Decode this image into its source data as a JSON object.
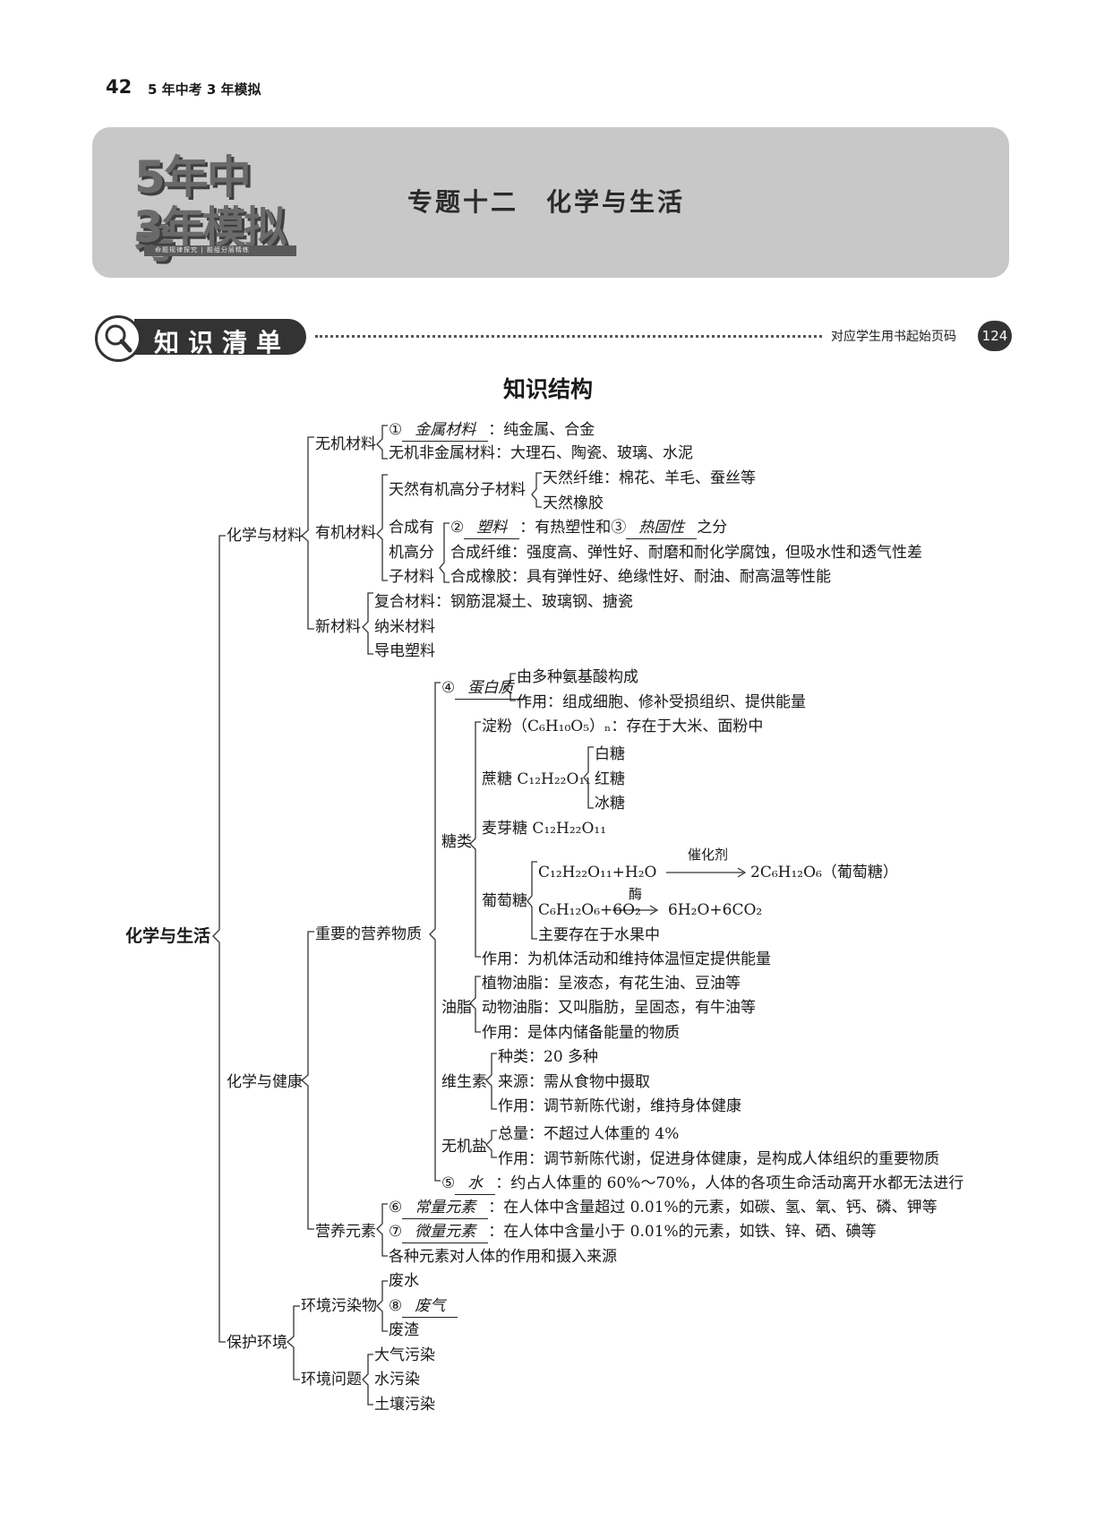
{
  "header": {
    "page_number": "42",
    "book_title": "5 年中考 3 年模拟"
  },
  "banner": {
    "logo_line1": "5年中考",
    "logo_line2": "3年模拟",
    "logo_tag1": "命题规律探究",
    "logo_tag2": "题组分层精练",
    "title": "专题十二　化学与生活"
  },
  "section": {
    "label": "知识清单",
    "note": "对应学生用书起始页码",
    "page_ref": "124",
    "icon": "magnifier-icon"
  },
  "knowledge": {
    "heading": "知识结构",
    "root": "化学与生活",
    "branches": [
      {
        "label": "化学与材料",
        "children": [
          {
            "label": "无机材料",
            "lines": [
              {
                "num": "①",
                "blank": "金属材料",
                "rest": "：纯金属、合金"
              },
              {
                "text": "无机非金属材料：大理石、陶瓷、玻璃、水泥"
              }
            ]
          },
          {
            "label": "有机材料",
            "groups": [
              {
                "label": "天然有机高分子材料",
                "lines": [
                  "天然纤维：棉花、羊毛、蚕丝等",
                  "天然橡胶"
                ]
              },
              {
                "label_lines": [
                  "合成有",
                  "机高分",
                  "子材料"
                ],
                "lines": [
                  {
                    "num": "②",
                    "blank": "塑料",
                    "mid": "：有热塑性和③",
                    "blank2": "热固性",
                    "rest": "之分"
                  },
                  {
                    "text": "合成纤维：强度高、弹性好、耐磨和耐化学腐蚀，但吸水性和透气性差"
                  },
                  {
                    "text": "合成橡胶：具有弹性好、绝缘性好、耐油、耐高温等性能"
                  }
                ]
              }
            ]
          },
          {
            "label": "新材料",
            "lines": [
              "复合材料：钢筋混凝土、玻璃钢、搪瓷",
              "纳米材料",
              "导电塑料"
            ]
          }
        ]
      },
      {
        "label": "化学与健康",
        "children": [
          {
            "label": "重要的营养物质",
            "groups": [
              {
                "num": "④",
                "blank": "蛋白质",
                "lines": [
                  "由多种氨基酸构成",
                  "作用：组成细胞、修补受损组织、提供能量"
                ]
              },
              {
                "label": "糖类",
                "starch": "淀粉（C₆H₁₀O₅）ₙ：存在于大米、面粉中",
                "sucrose": {
                  "label": "蔗糖 C₁₂H₂₂O₁₁",
                  "items": [
                    "白糖",
                    "红糖",
                    "冰糖"
                  ]
                },
                "maltose": "麦芽糖 C₁₂H₂₂O₁₁",
                "glucose": {
                  "label": "葡萄糖",
                  "eq1_left": "C₁₂H₂₂O₁₁+H₂O",
                  "eq1_cond": "催化剂",
                  "eq1_right": "2C₆H₁₂O₆（葡萄糖）",
                  "eq2_left": "C₆H₁₂O₆+6O₂",
                  "eq2_cond": "酶",
                  "eq2_right": "6H₂O+6CO₂",
                  "source": "主要存在于水果中"
                },
                "function": "作用：为机体活动和维持体温恒定提供能量"
              },
              {
                "label": "油脂",
                "lines": [
                  "植物油脂：呈液态，有花生油、豆油等",
                  "动物油脂：又叫脂肪，呈固态，有牛油等",
                  "作用：是体内储备能量的物质"
                ]
              },
              {
                "label": "维生素",
                "lines": [
                  "种类：20 多种",
                  "来源：需从食物中摄取",
                  "作用：调节新陈代谢，维持身体健康"
                ]
              },
              {
                "label": "无机盐",
                "lines": [
                  "总量：不超过人体重的 4%",
                  "作用：调节新陈代谢，促进身体健康，是构成人体组织的重要物质"
                ]
              },
              {
                "num": "⑤",
                "blank": "水",
                "rest": "：约占人体重的 60%～70%，人体的各项生命活动离开水都无法进行"
              }
            ]
          },
          {
            "label": "营养元素",
            "lines": [
              {
                "num": "⑥",
                "blank": "常量元素",
                "rest": "：在人体中含量超过 0.01%的元素，如碳、氢、氧、钙、磷、钾等"
              },
              {
                "num": "⑦",
                "blank": "微量元素",
                "rest": "：在人体中含量小于 0.01%的元素，如铁、锌、硒、碘等"
              },
              {
                "text": "各种元素对人体的作用和摄入来源"
              }
            ]
          }
        ]
      },
      {
        "label": "保护环境",
        "children": [
          {
            "label": "环境污染物",
            "lines": [
              {
                "text": "废水"
              },
              {
                "num": "⑧",
                "blank": "废气"
              },
              {
                "text": "废渣"
              }
            ]
          },
          {
            "label": "环境问题",
            "lines": [
              "大气污染",
              "水污染",
              "土壤污染"
            ]
          }
        ]
      }
    ]
  }
}
